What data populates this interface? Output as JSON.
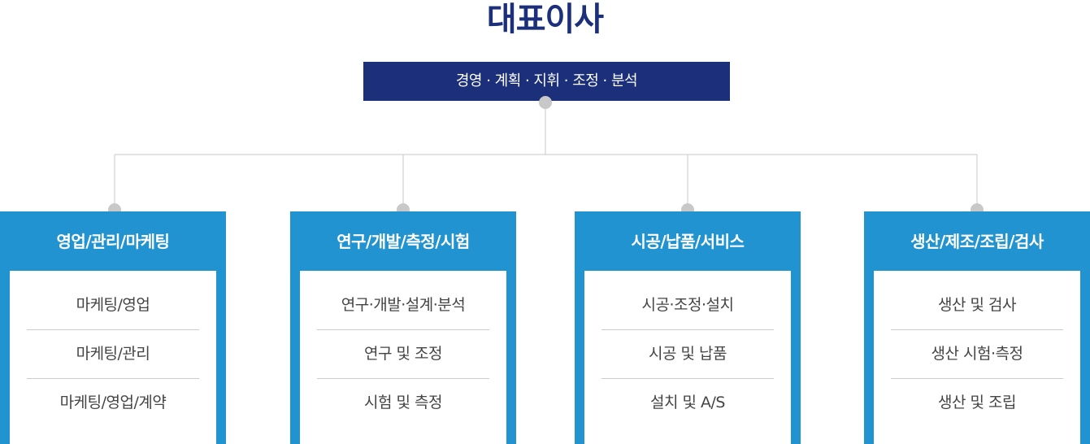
{
  "ceo": {
    "title": "대표이사",
    "duties": "경영 · 계획 · 지휘 · 조정 · 분석"
  },
  "colors": {
    "navy": "#1b2f7a",
    "blue": "#2193d0",
    "connector": "#c8c8c8"
  },
  "departments": [
    {
      "title": "영업/관리/마케팅",
      "items": [
        "마케팅/영업",
        "마케팅/관리",
        "마케팅/영업/계약"
      ]
    },
    {
      "title": "연구/개발/측정/시험",
      "items": [
        "연구·개발·설계·분석",
        "연구 및 조정",
        "시험 및 측정"
      ]
    },
    {
      "title": "시공/납품/서비스",
      "items": [
        "시공·조정·설치",
        "시공 및 납품",
        "설치 및 A/S"
      ]
    },
    {
      "title": "생산/제조/조립/검사",
      "items": [
        "생산 및 검사",
        "생산 시험·측정",
        "생산 및 조립"
      ]
    }
  ]
}
